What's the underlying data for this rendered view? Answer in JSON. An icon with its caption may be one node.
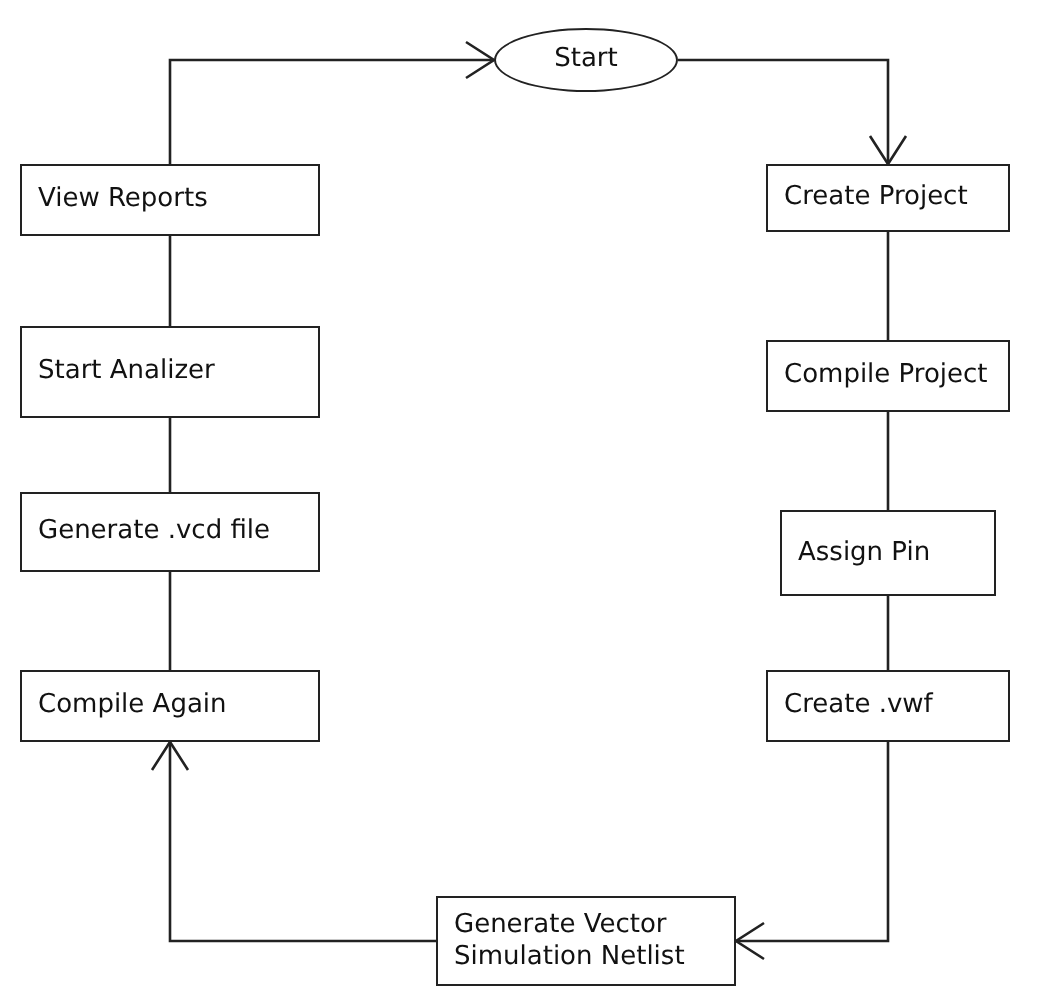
{
  "diagram": {
    "nodes": [
      {
        "text": [
          "Start"
        ]
      },
      {
        "text": [
          "Create Project"
        ]
      },
      {
        "text": [
          "Compile Project"
        ]
      },
      {
        "text": [
          "Assign Pin"
        ]
      },
      {
        "text": [
          "Create .vwf"
        ]
      },
      {
        "text": [
          "Generate Vector Simulation Netlist"
        ]
      },
      {
        "text": [
          "Compile Again"
        ]
      },
      {
        "text": [
          "Generate .vcd file"
        ]
      },
      {
        "text": [
          "Start Analizer"
        ]
      },
      {
        "text": [
          "View Reports"
        ]
      }
    ],
    "edges": [
      {
        "from": 0,
        "to": 1,
        "arrow": "to"
      },
      {
        "from": 1,
        "to": 2,
        "arrow": "none"
      },
      {
        "from": 2,
        "to": 3,
        "arrow": "none"
      },
      {
        "from": 3,
        "to": 4,
        "arrow": "none"
      },
      {
        "from": 4,
        "to": 5,
        "arrow": "to"
      },
      {
        "from": 5,
        "to": 6,
        "arrow": "to"
      },
      {
        "from": 6,
        "to": 7,
        "arrow": "none"
      },
      {
        "from": 7,
        "to": 8,
        "arrow": "none"
      },
      {
        "from": 8,
        "to": 9,
        "arrow": "none"
      },
      {
        "from": 9,
        "to": 0,
        "arrow": "to"
      }
    ]
  }
}
